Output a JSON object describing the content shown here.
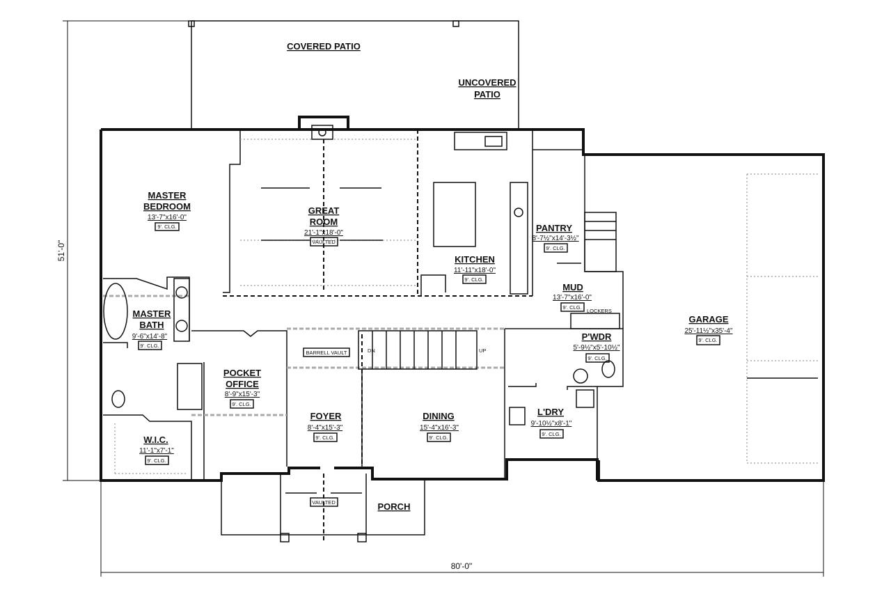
{
  "plan": {
    "overall_width": "80'-0\"",
    "overall_depth": "51'-0\"",
    "rooms": {
      "covered_patio": {
        "name": "COVERED PATIO"
      },
      "uncovered_patio": {
        "name_line1": "UNCOVERED",
        "name_line2": "PATIO"
      },
      "master_bedroom": {
        "name_line1": "MASTER",
        "name_line2": "BEDROOM",
        "size": "13'-7\"x16'-0\"",
        "ceiling": "9'. CLG."
      },
      "great_room": {
        "name_line1": "GREAT",
        "name_line2": "ROOM",
        "size": "21'-1\"x18'-0\"",
        "ceiling": "VAULTED"
      },
      "kitchen": {
        "name": "KITCHEN",
        "size": "11'-11\"x18'-0\"",
        "ceiling": "9'. CLG."
      },
      "pantry": {
        "name": "PANTRY",
        "size": "8'-7½\"x14'-3½\"",
        "ceiling": "9'. CLG."
      },
      "mud": {
        "name": "MUD",
        "size": "13'-7\"x16'-0\"",
        "ceiling": "9'. CLG.",
        "note": "LOCKERS"
      },
      "garage": {
        "name": "GARAGE",
        "size": "25'-11½\"x35'-4\"",
        "ceiling": "9'. CLG."
      },
      "master_bath": {
        "name_line1": "MASTER",
        "name_line2": "BATH",
        "size": "9'-6\"x14'-8\"",
        "ceiling": "9'. CLG."
      },
      "pocket_office": {
        "name_line1": "POCKET",
        "name_line2": "OFFICE",
        "size": "8'-9\"x15'-3\"",
        "ceiling": "9'. CLG."
      },
      "foyer": {
        "name": "FOYER",
        "size": "8'-4\"x15'-3\"",
        "ceiling": "9'. CLG.",
        "note": "BARRELL VAULT"
      },
      "dining": {
        "name": "DINING",
        "size": "15'-4\"x16'-3\"",
        "ceiling": "9'. CLG."
      },
      "powder": {
        "name": "P'WDR",
        "size": "5'-9½\"x5'-10½\"",
        "ceiling": "9'. CLG."
      },
      "laundry": {
        "name": "L'DRY",
        "size": "9'-10½\"x8'-1\"",
        "ceiling": "9'. CLG."
      },
      "wic": {
        "name": "W.I.C.",
        "size": "11'-1\"x7'-1\"",
        "ceiling": "9'. CLG."
      },
      "porch": {
        "name": "PORCH",
        "ceiling": "VAULTED"
      }
    },
    "stairs": {
      "down": "DN",
      "up": "UP"
    }
  }
}
